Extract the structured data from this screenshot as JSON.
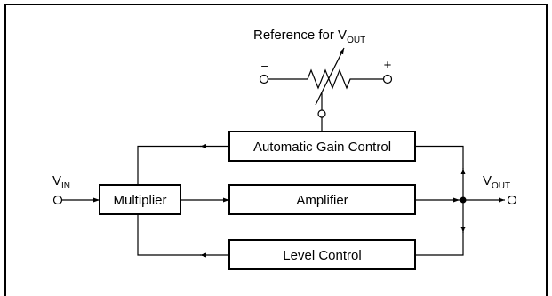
{
  "diagram": {
    "reference": {
      "label": "Reference for V",
      "subscript": "OUT"
    },
    "potentiometer": {
      "minus": "–",
      "plus": "+"
    },
    "blocks": {
      "agc": "Automatic Gain Control",
      "multiplier": "Multiplier",
      "amplifier": "Amplifier",
      "level_control": "Level Control"
    },
    "input": {
      "label": "V",
      "subscript": "IN"
    },
    "output": {
      "label": "V",
      "subscript": "OUT"
    }
  }
}
